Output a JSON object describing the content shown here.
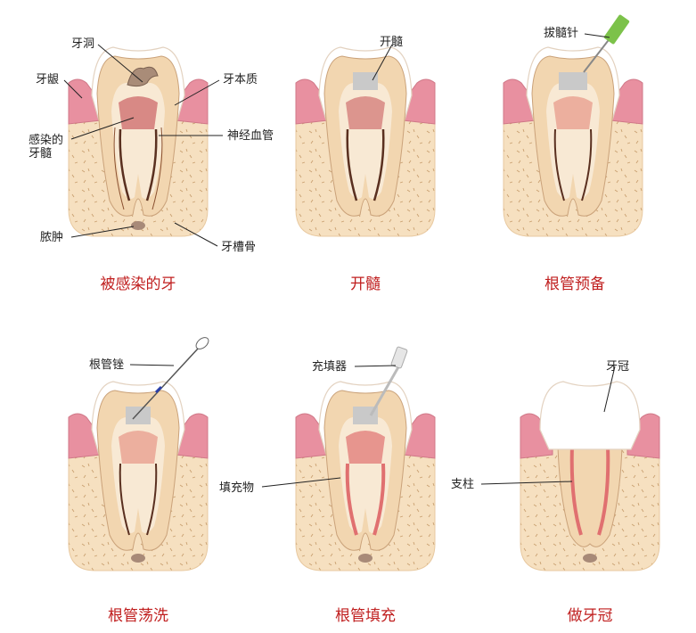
{
  "colors": {
    "caption": "#c01f1f",
    "label": "#222222",
    "bone": "#f6e0c0",
    "gum": "#e890a0",
    "enamel": "#ffffff",
    "dentin": "#f2d6b0",
    "pulp": "#e8a090",
    "infected": "#d07070",
    "filling": "#e07070",
    "temp_filling": "#c9c9c9",
    "instrument_green": "#7cc24a"
  },
  "panels": [
    {
      "caption": "被感染的牙",
      "labels": {
        "cavity": "牙洞",
        "gum": "牙龈",
        "dentin": "牙本质",
        "infected_pulp": "感染的\n牙髓",
        "nerve_vessels": "神经血管",
        "abscess": "脓肿",
        "alveolar_bone": "牙槽骨"
      }
    },
    {
      "caption": "开髓",
      "labels": {
        "open_pulp": "开髓"
      }
    },
    {
      "caption": "根管预备",
      "labels": {
        "barbed_broach": "拔髓针"
      }
    },
    {
      "caption": "根管荡洗",
      "labels": {
        "root_file": "根管锉"
      }
    },
    {
      "caption": "根管填充",
      "labels": {
        "filler_tool": "充填器",
        "filling_material": "填充物"
      }
    },
    {
      "caption": "做牙冠",
      "labels": {
        "crown": "牙冠",
        "post": "支柱"
      }
    }
  ]
}
